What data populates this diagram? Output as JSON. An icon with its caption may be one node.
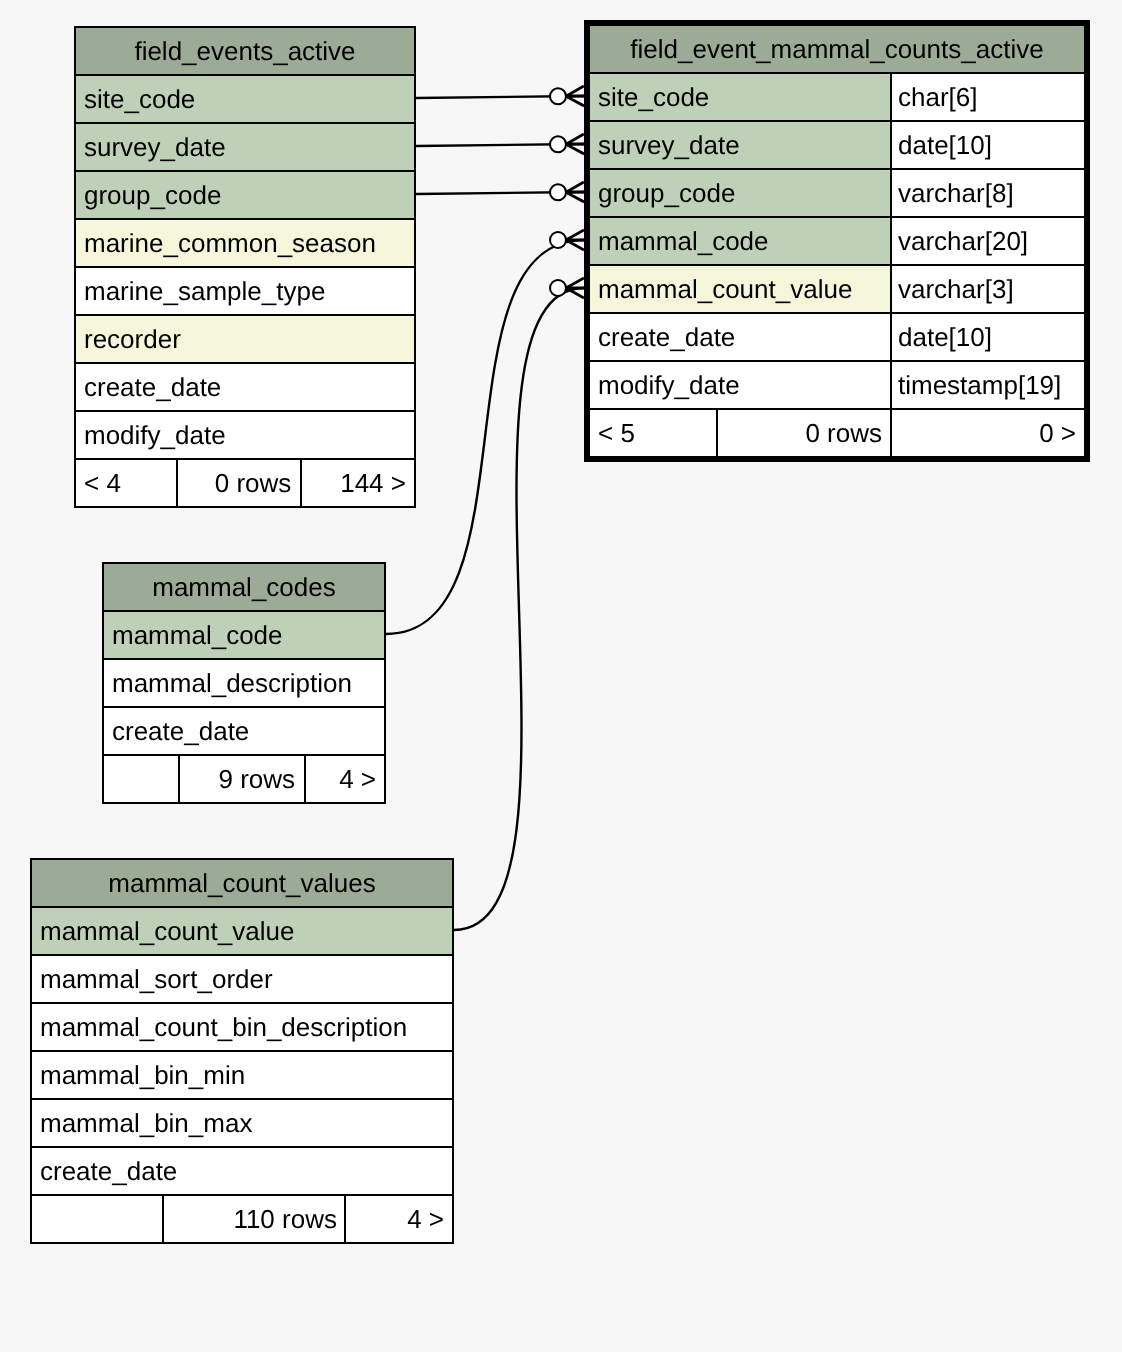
{
  "diagram": {
    "nodes": [
      {
        "text": [
          "field_events_active"
        ]
      },
      {
        "text": [
          "site_code"
        ],
        "in": 0
      },
      {
        "text": [
          "survey_date"
        ],
        "in": 0
      },
      {
        "text": [
          "group_code"
        ],
        "in": 0
      },
      {
        "text": [
          "marine_common_season"
        ],
        "in": 0
      },
      {
        "text": [
          "marine_sample_type"
        ],
        "in": 0
      },
      {
        "text": [
          "recorder"
        ],
        "in": 0
      },
      {
        "text": [
          "create_date"
        ],
        "in": 0
      },
      {
        "text": [
          "modify_date"
        ],
        "in": 0
      },
      {
        "text": [
          "< 4",
          "0 rows",
          "144 >"
        ],
        "in": 0
      },
      {
        "text": [
          "field_event_mammal_counts_active"
        ]
      },
      {
        "text": [
          "site_code",
          "char[6]"
        ],
        "in": 10
      },
      {
        "text": [
          "survey_date",
          "date[10]"
        ],
        "in": 10
      },
      {
        "text": [
          "group_code",
          "varchar[8]"
        ],
        "in": 10
      },
      {
        "text": [
          "mammal_code",
          "varchar[20]"
        ],
        "in": 10
      },
      {
        "text": [
          "mammal_count_value",
          "varchar[3]"
        ],
        "in": 10
      },
      {
        "text": [
          "create_date",
          "date[10]"
        ],
        "in": 10
      },
      {
        "text": [
          "modify_date",
          "timestamp[19]"
        ],
        "in": 10
      },
      {
        "text": [
          "< 5",
          "0 rows",
          "0 >"
        ],
        "in": 10
      },
      {
        "text": [
          "mammal_codes"
        ]
      },
      {
        "text": [
          "mammal_code"
        ],
        "in": 19
      },
      {
        "text": [
          "mammal_description"
        ],
        "in": 19
      },
      {
        "text": [
          "create_date"
        ],
        "in": 19
      },
      {
        "text": [
          "9 rows",
          "4 >"
        ],
        "in": 19
      },
      {
        "text": [
          "mammal_count_values"
        ]
      },
      {
        "text": [
          "mammal_count_value"
        ],
        "in": 24
      },
      {
        "text": [
          "mammal_sort_order"
        ],
        "in": 24
      },
      {
        "text": [
          "mammal_count_bin_description"
        ],
        "in": 24
      },
      {
        "text": [
          "mammal_bin_min"
        ],
        "in": 24
      },
      {
        "text": [
          "mammal_bin_max"
        ],
        "in": 24
      },
      {
        "text": [
          "create_date"
        ],
        "in": 24
      },
      {
        "text": [
          "110 rows",
          "4 >"
        ],
        "in": 24
      }
    ],
    "edges": [
      {
        "from": 1,
        "to": 11,
        "arrow": "other"
      },
      {
        "from": 2,
        "to": 12,
        "arrow": "other"
      },
      {
        "from": 3,
        "to": 13,
        "arrow": "other"
      },
      {
        "from": 20,
        "to": 14,
        "arrow": "other"
      },
      {
        "from": 25,
        "to": 15,
        "arrow": "other"
      }
    ]
  }
}
